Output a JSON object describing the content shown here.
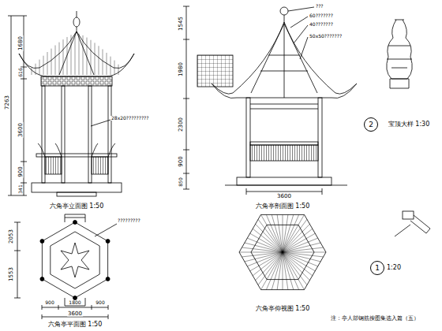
{
  "diagram": {
    "nodes": [
      {
        "text": [
          "2"
        ]
      },
      {
        "text": [
          "1"
        ]
      }
    ],
    "labels": [
      "7263",
      "1680",
      "616",
      "3600",
      "900",
      "341",
      "28x20?????????",
      "六角亭立面图 1:50",
      "1545",
      "1980",
      "2300",
      "900",
      "850",
      "3600",
      "???",
      "60???????",
      "40???????",
      "50x50???????",
      "六角亭剖面图 1:50",
      "宝顶大样 1:30",
      "2053",
      "1553",
      "900",
      "1800",
      "900",
      "3600",
      "?????????",
      "六角亭平面图 1:50",
      "六角亭仰视图 1:50",
      "1:20",
      "注：亭人部钢筋按图集选入篇（五）"
    ]
  }
}
